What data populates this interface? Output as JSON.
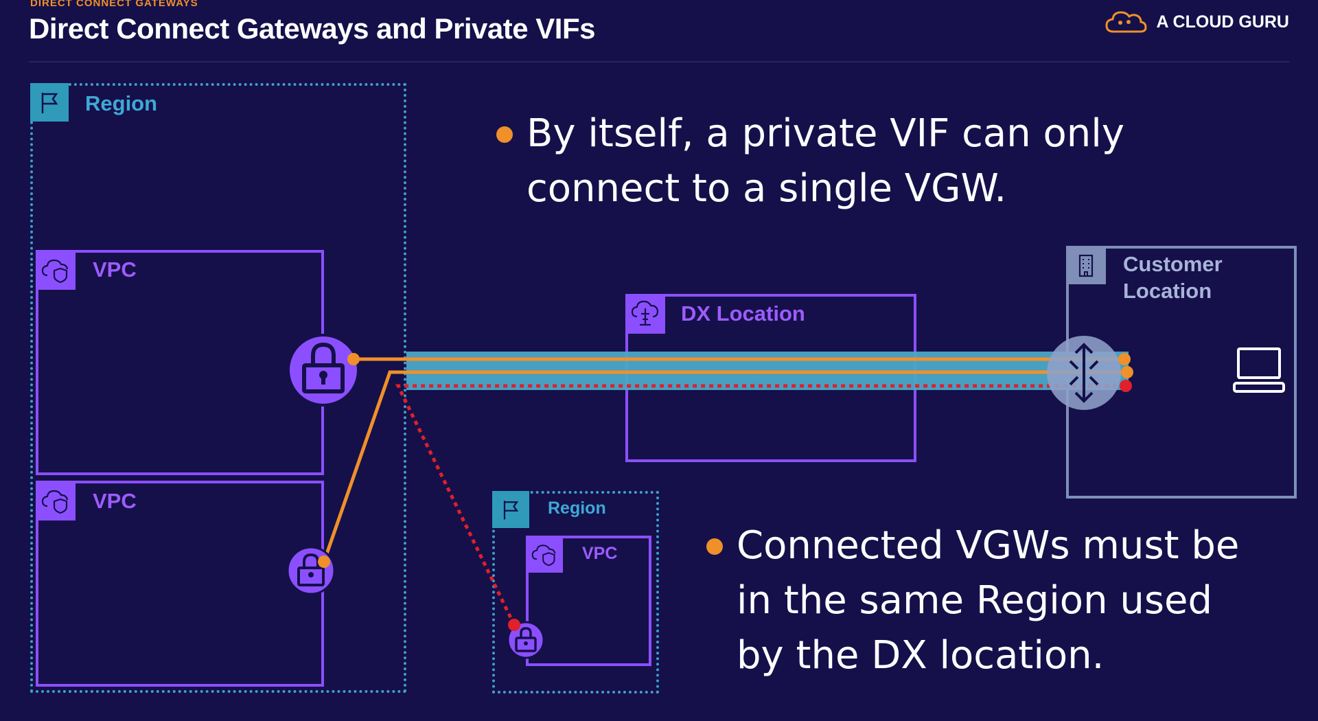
{
  "header": {
    "kicker": "DIRECT CONNECT GATEWAYS",
    "title": "Direct Connect Gateways and Private VIFs",
    "brand": "A CLOUD GURU"
  },
  "diagram": {
    "region_main_label": "Region",
    "vpc_top_label": "VPC",
    "vpc_bottom_label": "VPC",
    "dx_location_label": "DX Location",
    "customer_label_line1": "Customer",
    "customer_label_line2": "Location",
    "region_small_label": "Region",
    "vpc_small_label": "VPC"
  },
  "bullets": {
    "first_line1": "By itself, a private VIF can only",
    "first_line2": "connect to a single VGW.",
    "second_line1": "Connected VGWs must be",
    "second_line2": "in the same Region used",
    "second_line3": "by the DX location."
  },
  "colors": {
    "background": "#15104a",
    "accent_orange": "#f0902a",
    "vpc_purple": "#8c4fff",
    "region_teal": "#3fa0c8",
    "link_teal": "#4aa8c8",
    "invalid_red": "#e0202a"
  },
  "icons": [
    "flag-icon",
    "vpc-shield-icon",
    "dx-location-icon",
    "building-icon",
    "padlock-icon",
    "router-icon",
    "laptop-icon",
    "cloud-logo-icon"
  ]
}
